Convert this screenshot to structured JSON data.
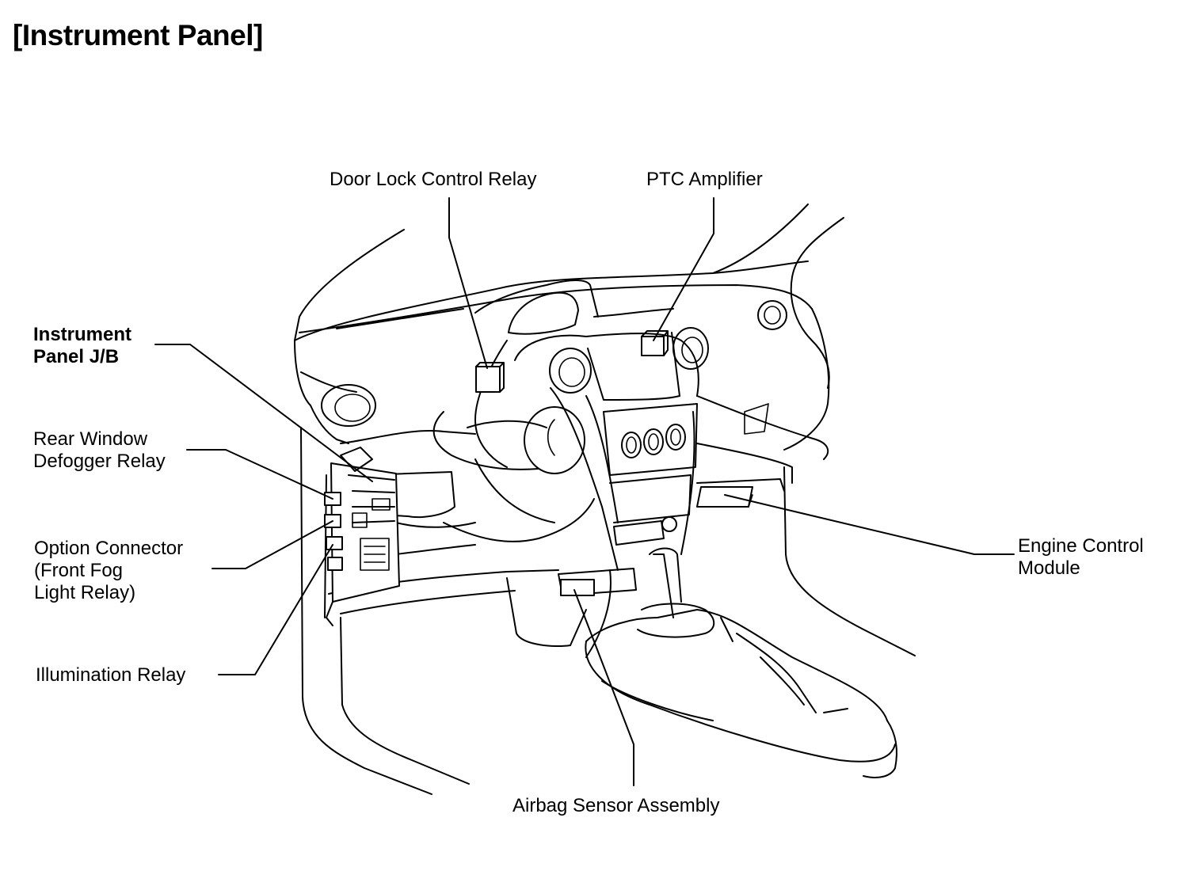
{
  "page": {
    "title": "[Instrument Panel]"
  },
  "callouts": {
    "door_lock_control_relay": [
      "Door Lock Control Relay"
    ],
    "ptc_amplifier": [
      "PTC Amplifier"
    ],
    "instrument_panel_jb": [
      "Instrument",
      "Panel J/B"
    ],
    "rear_window_defogger_relay": [
      "Rear Window",
      "Defogger Relay"
    ],
    "option_connector": [
      "Option Connector",
      "(Front Fog",
      "Light Relay)"
    ],
    "illumination_relay": [
      "Illumination Relay"
    ],
    "engine_control_module": [
      "Engine Control",
      "Module"
    ],
    "airbag_sensor_assembly": [
      "Airbag Sensor Assembly"
    ]
  }
}
